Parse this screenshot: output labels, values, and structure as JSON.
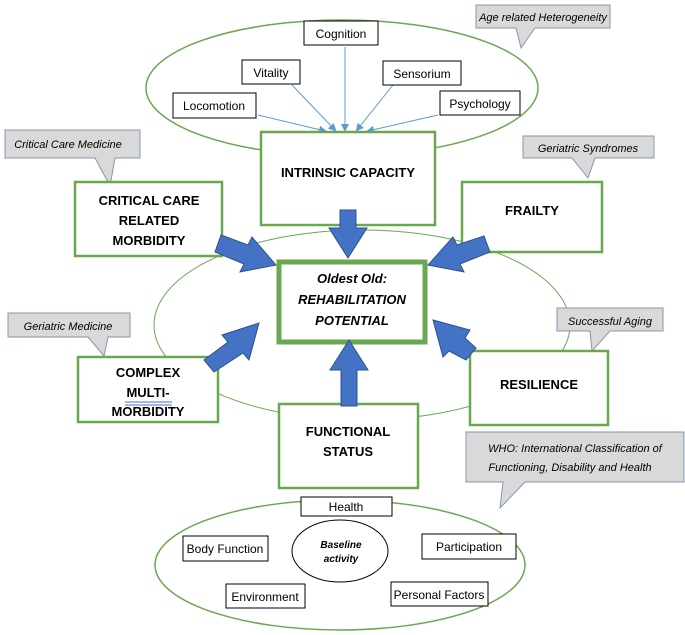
{
  "diagram": {
    "callouts": {
      "age_heterogeneity": "Age related Heterogeneity",
      "critical_care_medicine": "Critical Care Medicine",
      "geriatric_syndromes": "Geriatric Syndromes",
      "geriatric_medicine": "Geriatric Medicine",
      "successful_aging": "Successful Aging",
      "who_line1": "WHO: International Classification of",
      "who_line2": "Functioning, Disability and Health"
    },
    "intrinsic_components": {
      "cognition": "Cognition",
      "vitality": "Vitality",
      "sensorium": "Sensorium",
      "locomotion": "Locomotion",
      "psychology": "Psychology"
    },
    "main_boxes": {
      "intrinsic_capacity": "INTRINSIC CAPACITY",
      "critical_care_line1": "CRITICAL CARE",
      "critical_care_line2": "RELATED",
      "critical_care_line3": "MORBIDITY",
      "frailty": "FRAILTY",
      "complex_line1": "COMPLEX",
      "complex_line2": "MULTI-",
      "complex_line3": "MORBIDITY",
      "resilience": "RESILIENCE",
      "functional_line1": "FUNCTIONAL",
      "functional_line2": "STATUS"
    },
    "center": {
      "line1": "Oldest Old:",
      "line2": "REHABILITATION",
      "line3": "POTENTIAL"
    },
    "functional_components": {
      "health": "Health",
      "body_function": "Body Function",
      "participation": "Participation",
      "environment": "Environment",
      "personal_factors": "Personal Factors",
      "baseline_line1": "Baseline",
      "baseline_line2": "activity"
    },
    "colors": {
      "green": "#6aa84f",
      "arrow_blue": "#4472c4",
      "callout_gray": "#d9d9d9",
      "callout_border": "#8497b0",
      "thin_arrow": "#5b9bd5"
    }
  }
}
